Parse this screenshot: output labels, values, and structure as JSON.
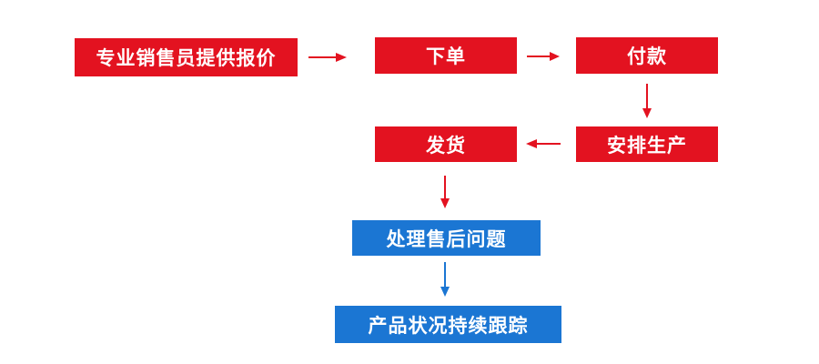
{
  "page": {
    "background_color": "#ffffff"
  },
  "flowchart": {
    "colors": {
      "process_red": "#e31220",
      "service_blue": "#1b76d3",
      "label_text": "#ffffff"
    },
    "nodes": [
      {
        "id": "quote",
        "label": "专业销售员提供报价",
        "color": "#e31220"
      },
      {
        "id": "place-order",
        "label": "下单",
        "color": "#e31220"
      },
      {
        "id": "payment",
        "label": "付款",
        "color": "#e31220"
      },
      {
        "id": "arrange-production",
        "label": "安排生产",
        "color": "#e31220"
      },
      {
        "id": "ship-goods",
        "label": "发货",
        "color": "#e31220"
      },
      {
        "id": "after-sales",
        "label": "处理售后问题",
        "color": "#1b76d3"
      },
      {
        "id": "tracking",
        "label": "产品状况持续跟踪",
        "color": "#1b76d3"
      }
    ],
    "edges": [
      {
        "from": "quote",
        "to": "place-order",
        "direction": "right",
        "color": "#e31220"
      },
      {
        "from": "place-order",
        "to": "payment",
        "direction": "right",
        "color": "#e31220"
      },
      {
        "from": "payment",
        "to": "arrange-production",
        "direction": "down",
        "color": "#e31220"
      },
      {
        "from": "arrange-production",
        "to": "ship-goods",
        "direction": "left",
        "color": "#e31220"
      },
      {
        "from": "ship-goods",
        "to": "after-sales",
        "direction": "down",
        "color": "#e31220"
      },
      {
        "from": "after-sales",
        "to": "tracking",
        "direction": "down",
        "color": "#1b76d3"
      }
    ]
  }
}
